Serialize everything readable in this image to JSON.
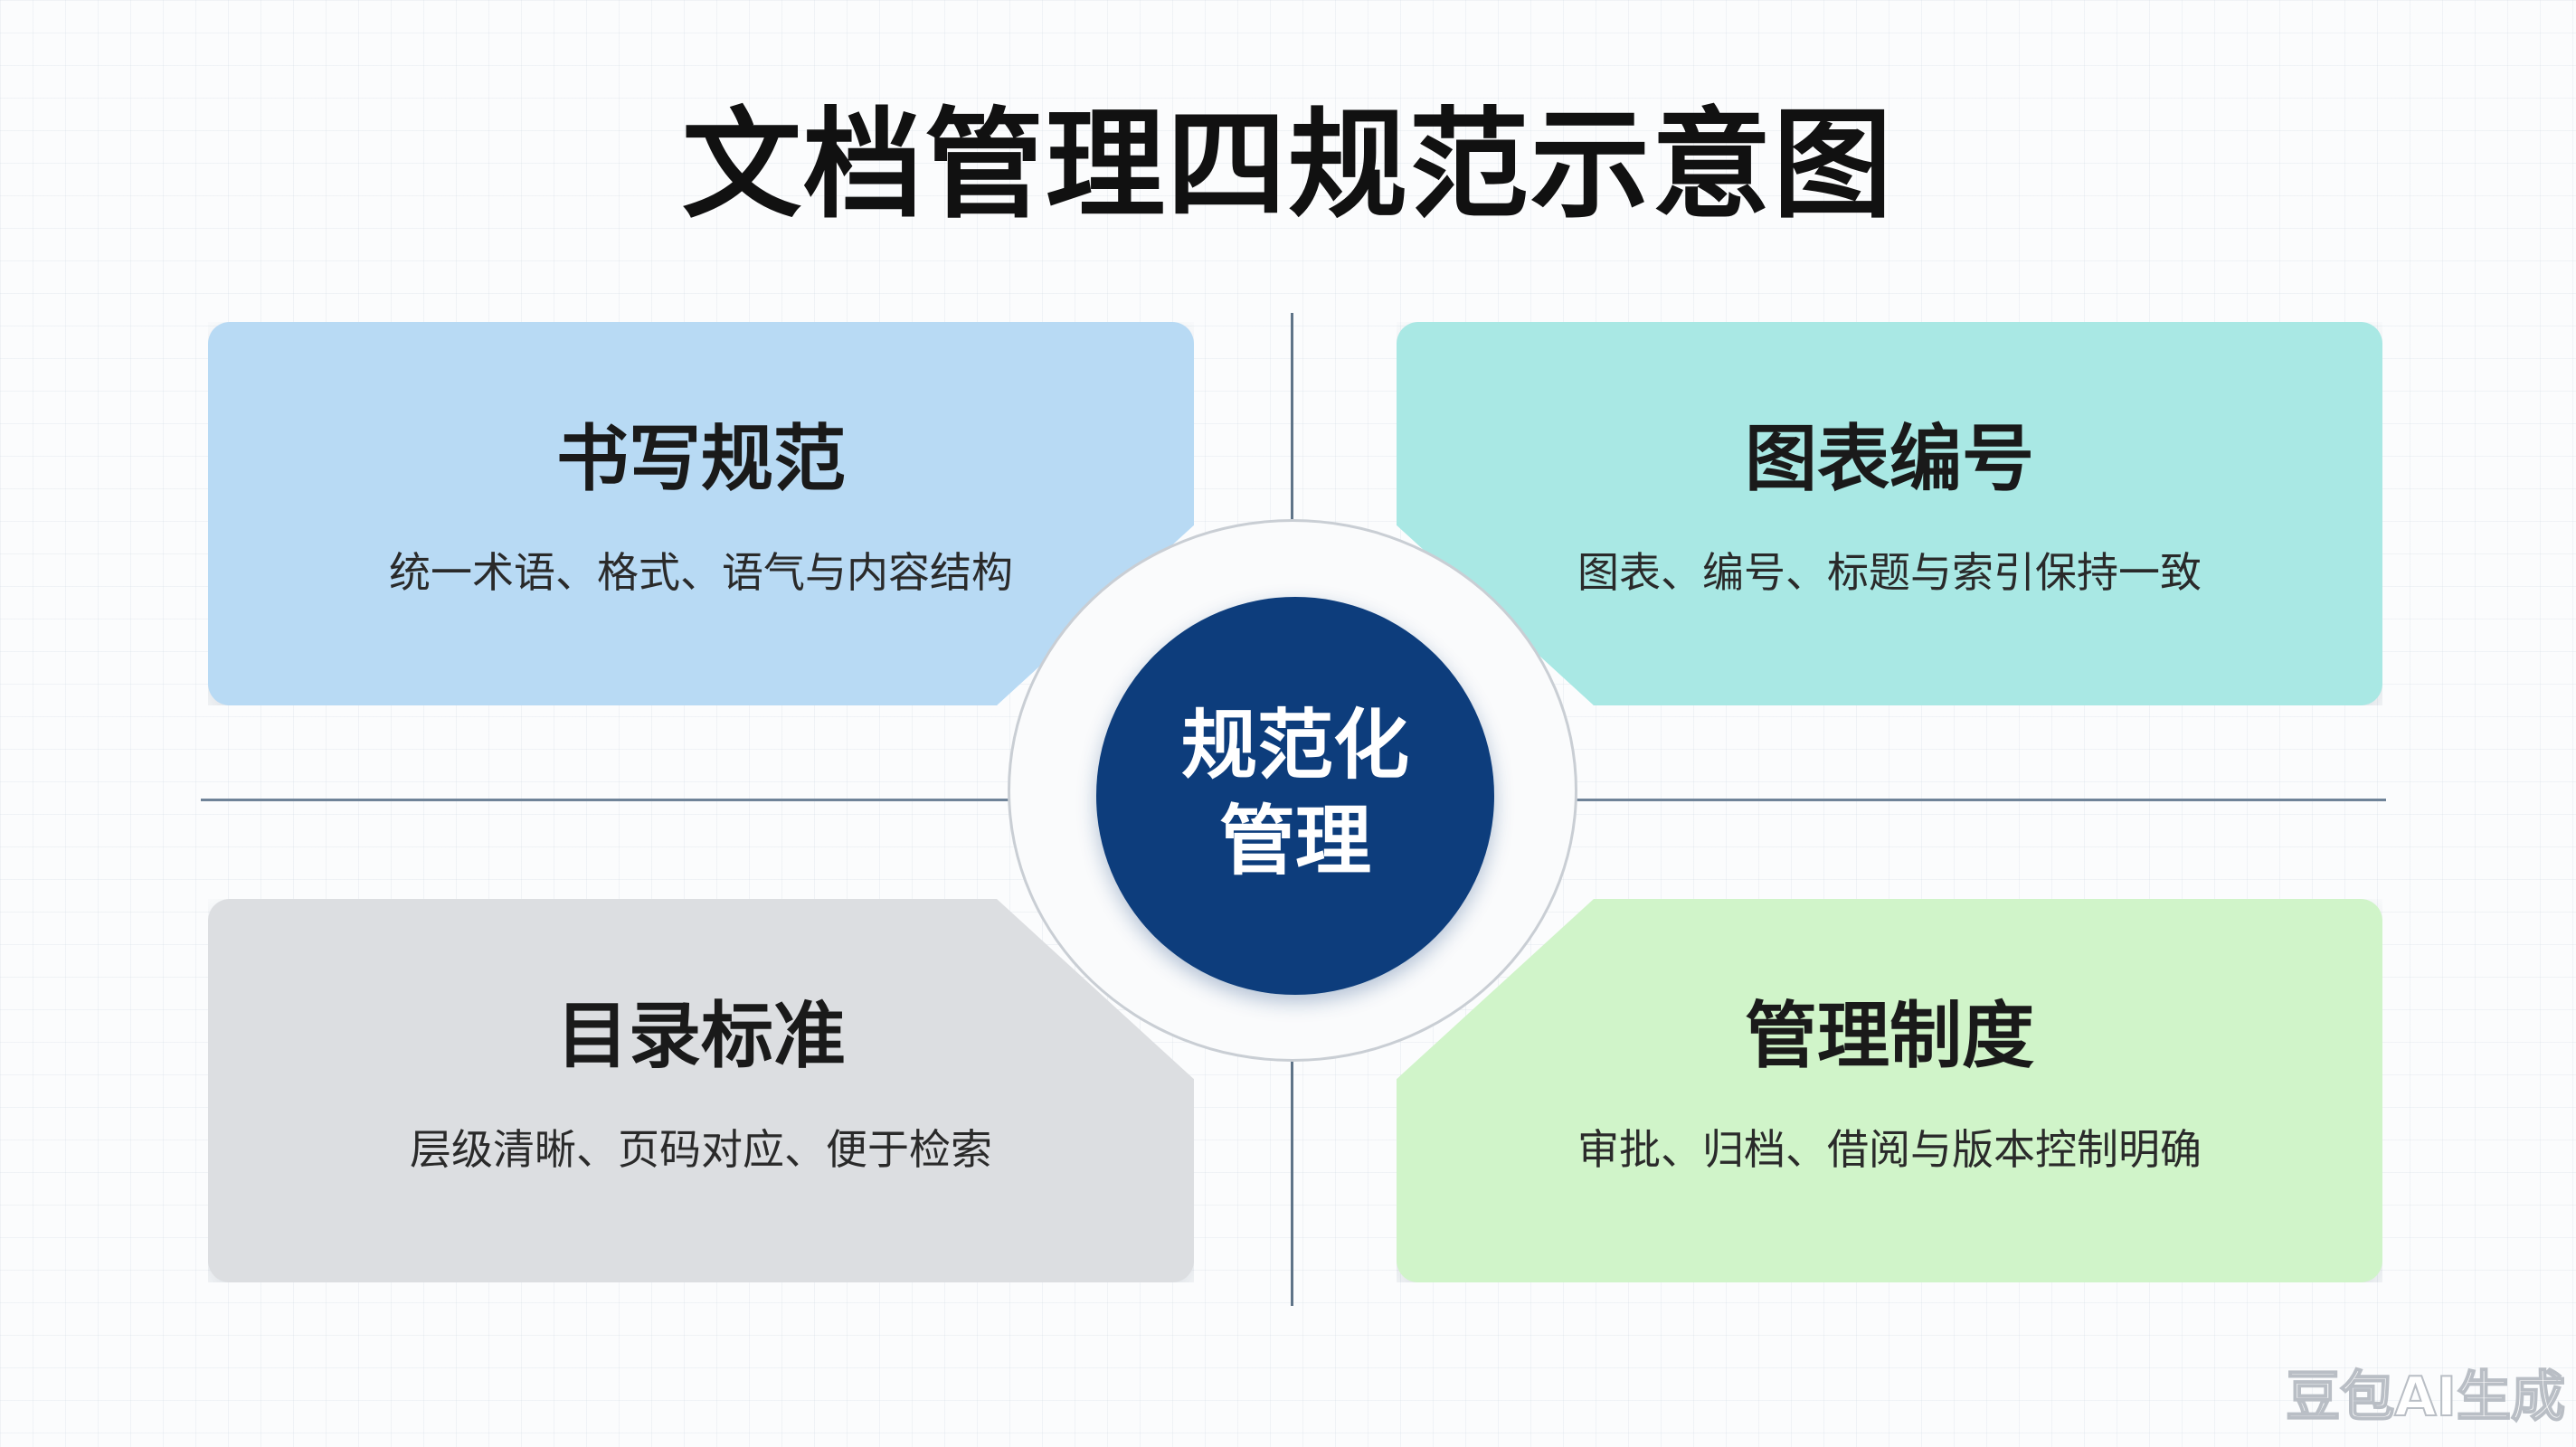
{
  "title": "文档管理四规范示意图",
  "center": {
    "line1": "规范化",
    "line2": "管理"
  },
  "quadrants": [
    {
      "title": "书写规范",
      "desc": "统一术语、格式、语气与内容结构",
      "color": "#b8daf4"
    },
    {
      "title": "图表编号",
      "desc": "图表、编号、标题与索引保持一致",
      "color": "#a9e8e4"
    },
    {
      "title": "目录标准",
      "desc": "层级清晰、页码对应、便于检索",
      "color": "#dcdee1"
    },
    {
      "title": "管理制度",
      "desc": "审批、归档、借阅与版本控制明确",
      "color": "#d0f4c9"
    }
  ],
  "colors": {
    "center_fill": "#0d3d7c",
    "axis": "#5f7488"
  },
  "watermark": "豆包AI生成"
}
